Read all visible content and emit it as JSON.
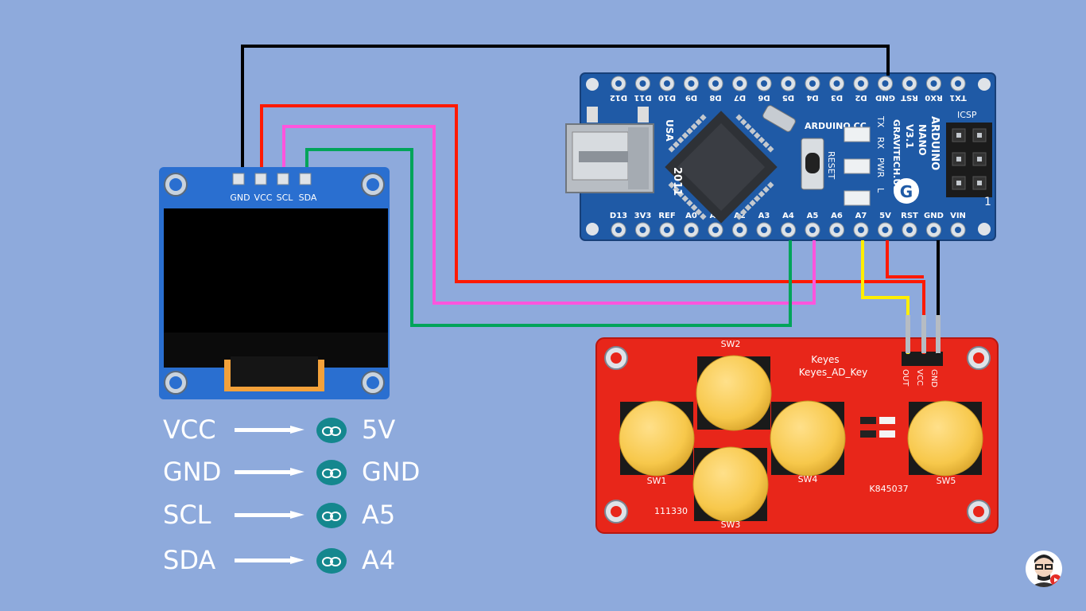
{
  "oled": {
    "pins": [
      "GND",
      "VCC",
      "SCL",
      "SDA"
    ]
  },
  "arduino": {
    "name_lines": [
      "ARDUINO",
      "NANO",
      "V3.1"
    ],
    "maker": "GRAVITECH.US",
    "site": "ARDUINO.CC",
    "country": "USA",
    "year": "2011",
    "reset_label": "RESET",
    "icsp_label": "ICSP",
    "icsp_pin": "1",
    "top_pins": [
      "D12",
      "D11",
      "D10",
      "D9",
      "D8",
      "D7",
      "D6",
      "D5",
      "D4",
      "D3",
      "D2",
      "GND",
      "RST",
      "RX0",
      "TX1"
    ],
    "bottom_pins": [
      "D13",
      "3V3",
      "REF",
      "A0",
      "A1",
      "A2",
      "A3",
      "A4",
      "A5",
      "A6",
      "A7",
      "5V",
      "RST",
      "GND",
      "VIN"
    ],
    "leds": [
      "TX",
      "RX",
      "PWR",
      "L"
    ]
  },
  "keypad": {
    "brand": "Keyes",
    "model": "Keyes_AD_Key",
    "pins": [
      "OUT",
      "VCC",
      "GND"
    ],
    "switches": [
      "SW1",
      "SW2",
      "SW3",
      "SW4",
      "SW5"
    ],
    "codes": [
      "111330",
      "K845037"
    ]
  },
  "mapping": [
    {
      "from": "VCC",
      "to": "5V"
    },
    {
      "from": "GND",
      "to": "GND"
    },
    {
      "from": "SCL",
      "to": "A5"
    },
    {
      "from": "SDA",
      "to": "A4"
    }
  ],
  "colors": {
    "background": "#8eaadc",
    "wire_gnd": "#000000",
    "wire_vcc": "#ff1a00",
    "wire_scl": "#ff55dd",
    "wire_sda": "#00a45a",
    "wire_out": "#ffee00",
    "arduino_board": "#1f5aa6",
    "keypad_board": "#e8261a",
    "button_cap": "#f7c84b",
    "oled_board": "#2a6fd0",
    "logo": "#14878e"
  },
  "icons": {
    "mapping_logo": "arduino-infinity-logo",
    "channel": "avatar-with-play-badge"
  }
}
